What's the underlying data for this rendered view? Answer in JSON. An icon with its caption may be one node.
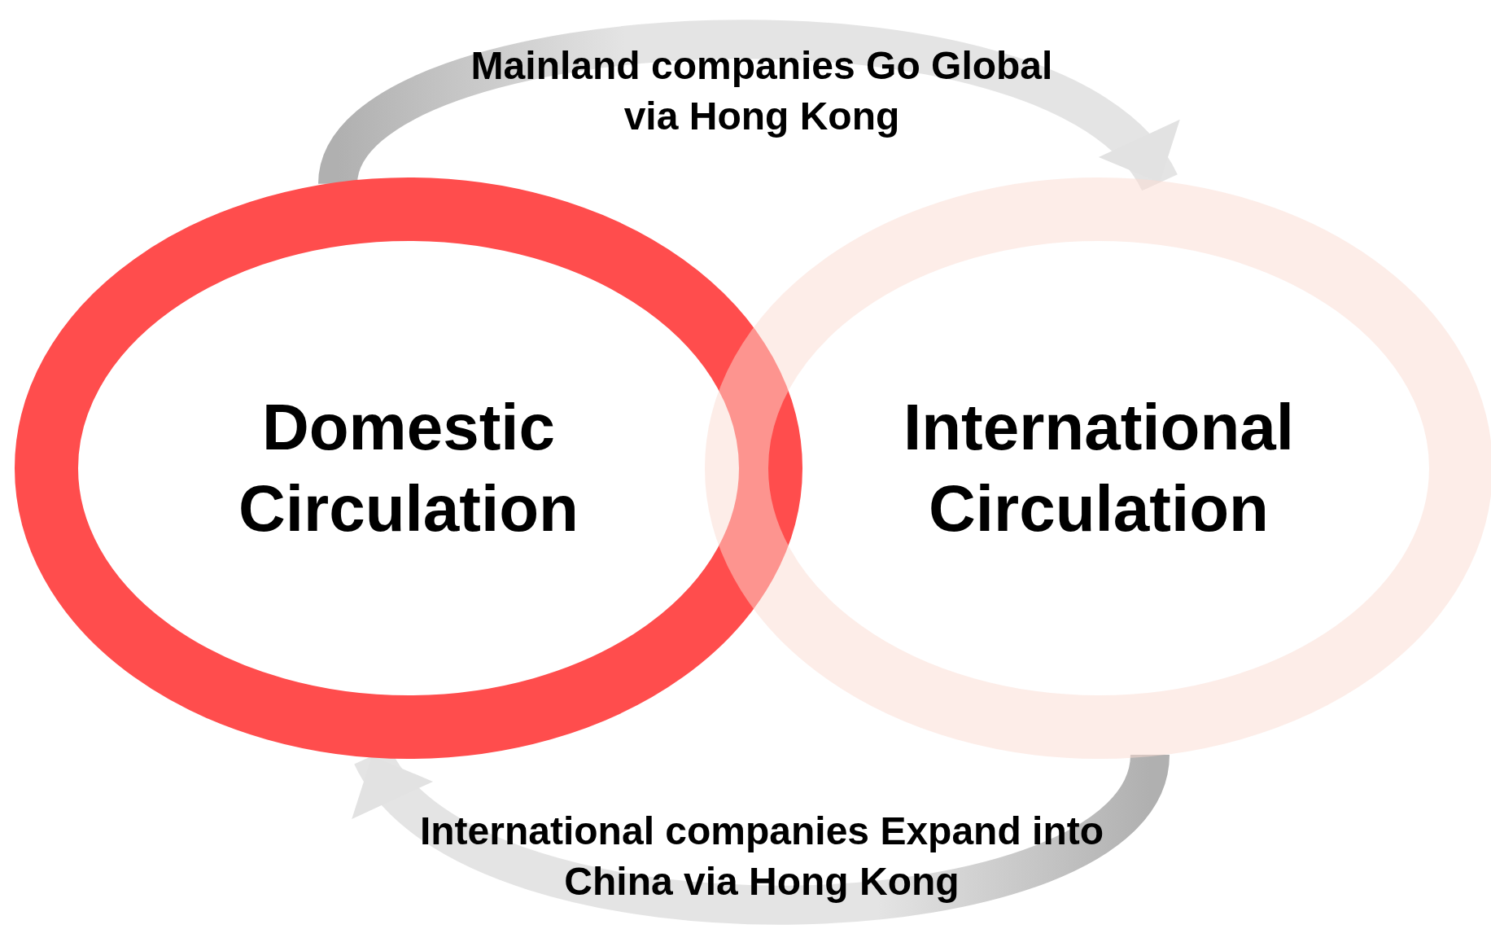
{
  "diagram": {
    "nodes": [
      {
        "text": [
          "Domestic Circulation"
        ]
      },
      {
        "text": [
          "International Circulation"
        ]
      }
    ],
    "edges": [
      {
        "from": 0,
        "to": 1,
        "arrow": "to",
        "label": "Mainland companies Go Global via Hong Kong"
      },
      {
        "from": 1,
        "to": 0,
        "arrow": "to",
        "label": "International companies Expand into China via Hong Kong"
      }
    ]
  }
}
